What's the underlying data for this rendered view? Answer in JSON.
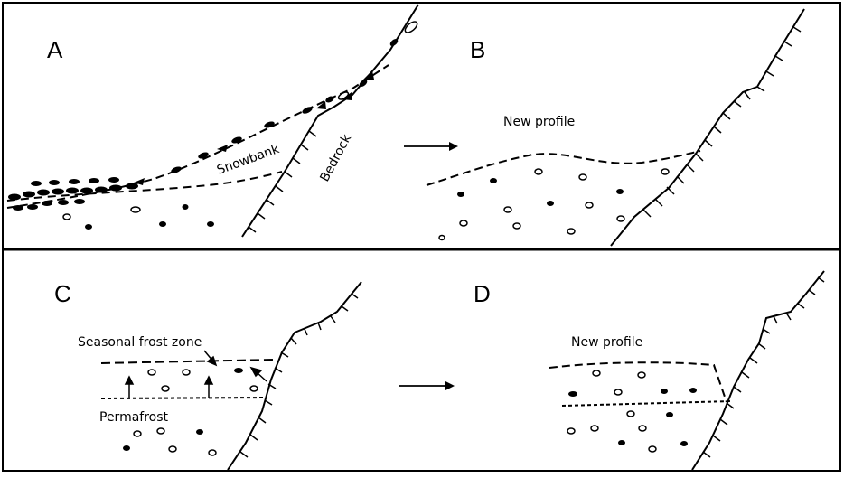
{
  "panels": {
    "a": {
      "letter": "A",
      "snowbank": "Snowbank",
      "bedrock": "Bedrock"
    },
    "b": {
      "letter": "B",
      "new_profile": "New profile"
    },
    "c": {
      "letter": "C",
      "seasonal_frost_zone": "Seasonal frost zone",
      "permafrost": "Permafrost"
    },
    "d": {
      "letter": "D",
      "new_profile": "New profile"
    }
  },
  "colors": {
    "ink": "#000000",
    "background": "#ffffff"
  }
}
